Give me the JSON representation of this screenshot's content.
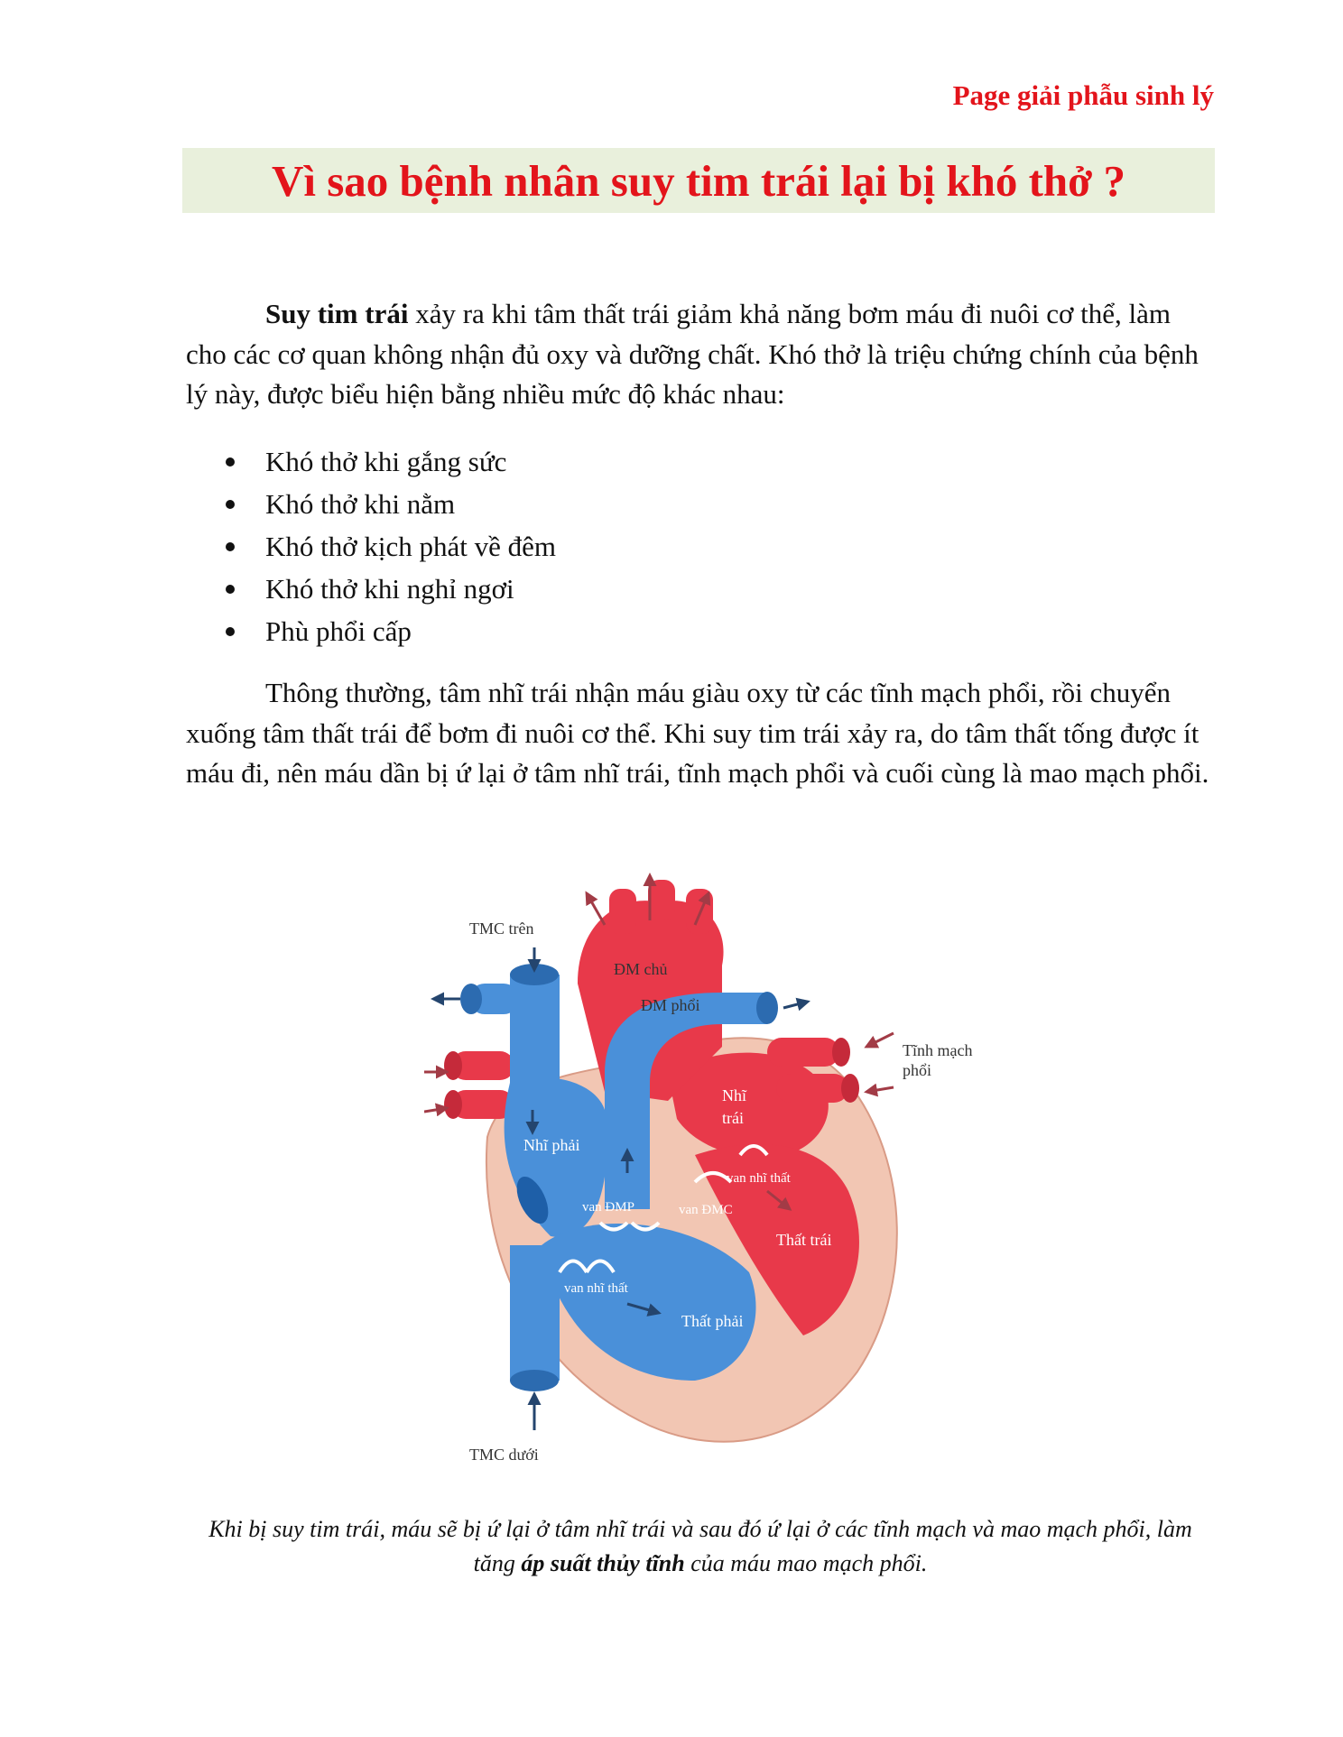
{
  "header": {
    "source_label": "Page giải phẫu sinh lý"
  },
  "title": "Vì sao bệnh nhân suy tim trái lại bị khó thở ?",
  "intro": {
    "bold_term": "Suy tim trái",
    "text": " xảy ra khi tâm thất trái giảm khả năng bơm máu đi nuôi cơ thể, làm cho các cơ quan không nhận đủ oxy và dưỡng chất.  Khó thở là triệu chứng chính của bệnh lý này, được biểu hiện bằng nhiều mức độ khác nhau:"
  },
  "symptoms": [
    "Khó thở khi gắng sức",
    "Khó thở khi nằm",
    "Khó thở kịch phát về đêm",
    "Khó thở khi nghỉ ngơi",
    "Phù phổi cấp"
  ],
  "explanation": "Thông thường, tâm nhĩ trái nhận máu giàu oxy từ các tĩnh mạch phổi, rồi chuyển xuống tâm thất trái để bơm đi nuôi cơ thể.  Khi suy tim trái xảy ra, do tâm thất tống được ít máu đi, nên máu dần bị ứ lại ở tâm nhĩ trái, tĩnh mạch phổi và cuối cùng là mao mạch phổi.",
  "diagram": {
    "labels": {
      "svc": "TMC trên",
      "aorta": "ĐM chủ",
      "pulmonary_artery": "ĐM phổi",
      "pulmonary_veins_1": "Tĩnh mạch",
      "pulmonary_veins_2": "phổi",
      "left_atrium_1": "Nhĩ",
      "left_atrium_2": "trái",
      "right_atrium": "Nhĩ phải",
      "pulmonary_valve": "van ĐMP",
      "aortic_valve": "van ĐMC",
      "mitral_valve": "van nhĩ thất",
      "tricuspid_valve": "van nhĩ thất",
      "left_ventricle": "Thất trái",
      "right_ventricle": "Thất phải",
      "ivc": "TMC dưới"
    },
    "colors": {
      "oxygenated": "#e8394a",
      "deoxygenated": "#4a90d9",
      "muscle": "#f2c6b3",
      "arrow_red": "#a23b46",
      "arrow_blue": "#24456e"
    }
  },
  "caption": {
    "before": "Khi bị suy tim trái, máu sẽ bị ứ lại ở tâm nhĩ trái và sau đó ứ lại ở các tĩnh mạch và mao mạch phổi, làm tăng ",
    "bold": "áp suất thủy tĩnh",
    "after": " của máu mao mạch phổi."
  }
}
